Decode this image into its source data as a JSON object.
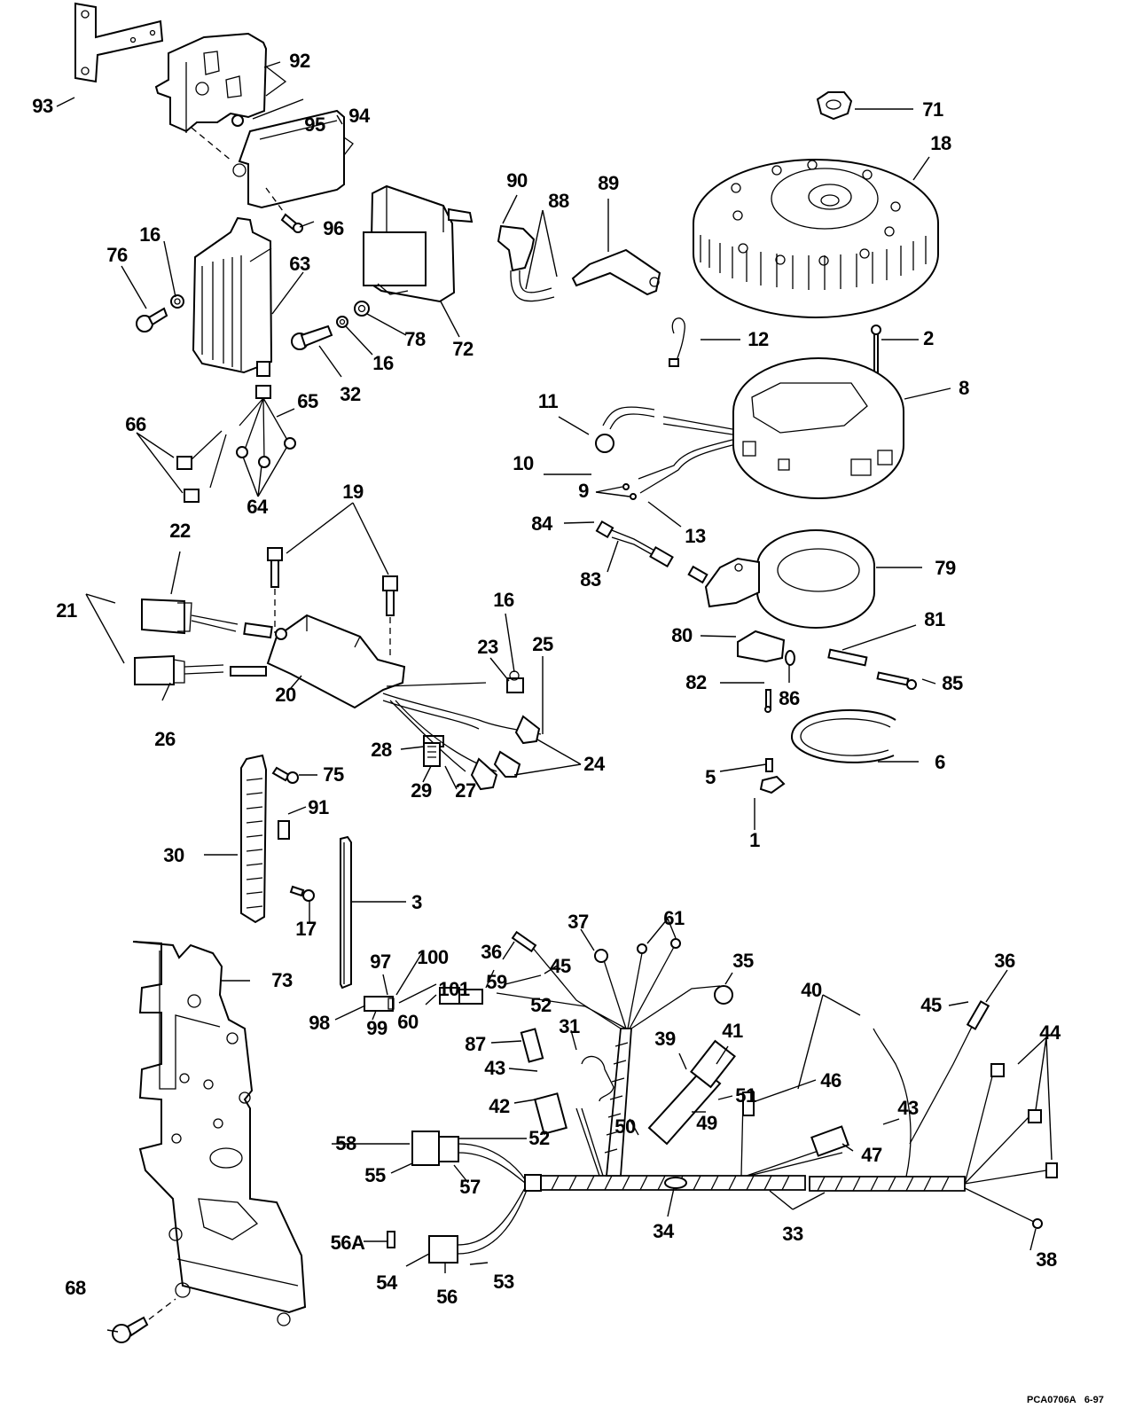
{
  "diagram": {
    "title": "Ignition / electrical components exploded parts view",
    "drawing_code": "PCA0706A",
    "drawing_date": "6-97",
    "callouts": [
      {
        "id": "93",
        "text": "93"
      },
      {
        "id": "92",
        "text": "92"
      },
      {
        "id": "95",
        "text": "95"
      },
      {
        "id": "94",
        "text": "94"
      },
      {
        "id": "96",
        "text": "96"
      },
      {
        "id": "16a",
        "text": "16"
      },
      {
        "id": "76",
        "text": "76"
      },
      {
        "id": "63",
        "text": "63"
      },
      {
        "id": "32",
        "text": "32"
      },
      {
        "id": "16b",
        "text": "16"
      },
      {
        "id": "78",
        "text": "78"
      },
      {
        "id": "72",
        "text": "72"
      },
      {
        "id": "65",
        "text": "65"
      },
      {
        "id": "66",
        "text": "66"
      },
      {
        "id": "64",
        "text": "64"
      },
      {
        "id": "90",
        "text": "90"
      },
      {
        "id": "88",
        "text": "88"
      },
      {
        "id": "89",
        "text": "89"
      },
      {
        "id": "71",
        "text": "71"
      },
      {
        "id": "18",
        "text": "18"
      },
      {
        "id": "2",
        "text": "2"
      },
      {
        "id": "12",
        "text": "12"
      },
      {
        "id": "8",
        "text": "8"
      },
      {
        "id": "11",
        "text": "11"
      },
      {
        "id": "10",
        "text": "10"
      },
      {
        "id": "9",
        "text": "9"
      },
      {
        "id": "13",
        "text": "13"
      },
      {
        "id": "84",
        "text": "84"
      },
      {
        "id": "83",
        "text": "83"
      },
      {
        "id": "79",
        "text": "79"
      },
      {
        "id": "80",
        "text": "80"
      },
      {
        "id": "81",
        "text": "81"
      },
      {
        "id": "82",
        "text": "82"
      },
      {
        "id": "86",
        "text": "86"
      },
      {
        "id": "85",
        "text": "85"
      },
      {
        "id": "5",
        "text": "5"
      },
      {
        "id": "6",
        "text": "6"
      },
      {
        "id": "1",
        "text": "1"
      },
      {
        "id": "19",
        "text": "19"
      },
      {
        "id": "22",
        "text": "22"
      },
      {
        "id": "21",
        "text": "21"
      },
      {
        "id": "26",
        "text": "26"
      },
      {
        "id": "20",
        "text": "20"
      },
      {
        "id": "16c",
        "text": "16"
      },
      {
        "id": "23",
        "text": "23"
      },
      {
        "id": "25",
        "text": "25"
      },
      {
        "id": "28",
        "text": "28"
      },
      {
        "id": "29",
        "text": "29"
      },
      {
        "id": "27",
        "text": "27"
      },
      {
        "id": "24",
        "text": "24"
      },
      {
        "id": "75",
        "text": "75"
      },
      {
        "id": "91",
        "text": "91"
      },
      {
        "id": "30",
        "text": "30"
      },
      {
        "id": "17",
        "text": "17"
      },
      {
        "id": "3",
        "text": "3"
      },
      {
        "id": "73",
        "text": "73"
      },
      {
        "id": "68",
        "text": "68"
      },
      {
        "id": "97",
        "text": "97"
      },
      {
        "id": "100",
        "text": "100"
      },
      {
        "id": "101",
        "text": "101"
      },
      {
        "id": "98",
        "text": "98"
      },
      {
        "id": "99",
        "text": "99"
      },
      {
        "id": "36a",
        "text": "36"
      },
      {
        "id": "45a",
        "text": "45"
      },
      {
        "id": "59",
        "text": "59"
      },
      {
        "id": "52a",
        "text": "52"
      },
      {
        "id": "60",
        "text": "60"
      },
      {
        "id": "37",
        "text": "37"
      },
      {
        "id": "61",
        "text": "61"
      },
      {
        "id": "35",
        "text": "35"
      },
      {
        "id": "87",
        "text": "87"
      },
      {
        "id": "31",
        "text": "31"
      },
      {
        "id": "43a",
        "text": "43"
      },
      {
        "id": "42",
        "text": "42"
      },
      {
        "id": "39",
        "text": "39"
      },
      {
        "id": "41",
        "text": "41"
      },
      {
        "id": "51",
        "text": "51"
      },
      {
        "id": "50",
        "text": "50"
      },
      {
        "id": "49",
        "text": "49"
      },
      {
        "id": "58",
        "text": "58"
      },
      {
        "id": "52b",
        "text": "52"
      },
      {
        "id": "55",
        "text": "55"
      },
      {
        "id": "57",
        "text": "57"
      },
      {
        "id": "56A",
        "text": "56A"
      },
      {
        "id": "54",
        "text": "54"
      },
      {
        "id": "56",
        "text": "56"
      },
      {
        "id": "53",
        "text": "53"
      },
      {
        "id": "34",
        "text": "34"
      },
      {
        "id": "40",
        "text": "40"
      },
      {
        "id": "46",
        "text": "46"
      },
      {
        "id": "43b",
        "text": "43"
      },
      {
        "id": "47",
        "text": "47"
      },
      {
        "id": "33",
        "text": "33"
      },
      {
        "id": "45b",
        "text": "45"
      },
      {
        "id": "36b",
        "text": "36"
      },
      {
        "id": "44",
        "text": "44"
      },
      {
        "id": "38",
        "text": "38"
      }
    ]
  }
}
